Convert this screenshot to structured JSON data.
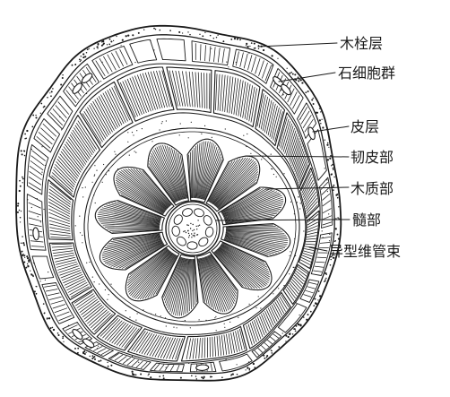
{
  "labels": {
    "cork": "木栓层",
    "stone_cells": "石细胞群",
    "cortex": "皮层",
    "phloem": "韧皮部",
    "xylem": "木质部",
    "pith": "髓部",
    "anomalous_bundles": "异型维管束"
  },
  "colors": {
    "ink": "#1a1a1a",
    "background": "#ffffff"
  }
}
